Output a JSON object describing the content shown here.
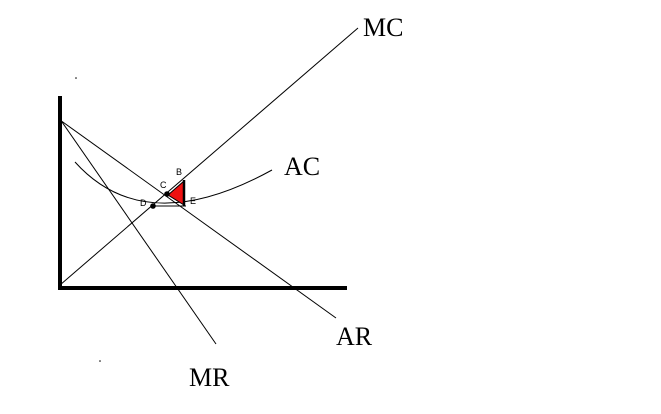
{
  "curve_labels": {
    "mc": "MC",
    "ac": "AC",
    "ar": "AR",
    "mr": "MR"
  },
  "point_labels": {
    "b": "B",
    "c": "C",
    "d": "D",
    "e": "E"
  },
  "colors": {
    "ink": "#000000",
    "shaded_area": "#ee1111"
  }
}
